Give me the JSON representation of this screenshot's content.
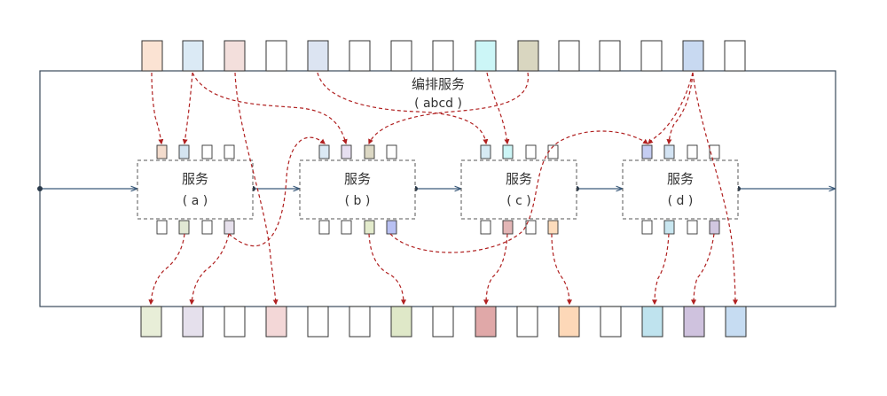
{
  "title_line1": "编排服务",
  "title_line2": "( abcd )",
  "services": [
    {
      "id": "a",
      "name": "服务",
      "letter": "( a )"
    },
    {
      "id": "b",
      "name": "服务",
      "letter": "( b )"
    },
    {
      "id": "c",
      "name": "服务",
      "letter": "( c )"
    },
    {
      "id": "d",
      "name": "服务",
      "letter": "( d )"
    }
  ],
  "colors": {
    "frame": "#3a4a5a",
    "arrow_main": "#3a5a7a",
    "arrow_dashed": "#b02020",
    "box_border": "#555555",
    "top_fills": [
      "#fbe3d3",
      "#dbeaf5",
      "#f3dfdc",
      "#ffffff",
      "#dce4f2",
      "#ffffff",
      "#ffffff",
      "#ffffff",
      "#ccf6f7",
      "#d9d6c0",
      "#ffffff",
      "#ffffff",
      "#ffffff",
      "#c8d9f1",
      "#ffffff"
    ],
    "bottom_fills": [
      "#e8eed8",
      "#e5e0ec",
      "#ffffff",
      "#f3d7d7",
      "#ffffff",
      "#ffffff",
      "#dfe8c8",
      "#e0a8a8",
      "#ffffff",
      "#fdd8b8",
      "#ffffff",
      "#bfe3ee",
      "#cfc2de",
      "#c6dcf2"
    ],
    "port_fills": {
      "a_top": [
        "#f4dccd",
        "#d4e4f0",
        "#ffffff",
        "#ffffff"
      ],
      "a_bottom": [
        "#ffffff",
        "#e1e8d4",
        "#ffffff",
        "#e6e0ec"
      ],
      "b_top": [
        "#dbe9f4",
        "#e6dff0",
        "#dcd8c4",
        "#ffffff"
      ],
      "b_bottom": [
        "#ffffff",
        "#ffffff",
        "#e3ebcc",
        "#b8c0f2"
      ],
      "c_top": [
        "#d6eaf4",
        "#ccf5f6",
        "#ffffff",
        "#ffffff"
      ],
      "c_bottom": [
        "#ffffff",
        "#e3b6b6",
        "#ffffff",
        "#fddcbc"
      ],
      "d_top": [
        "#c5cdf2",
        "#d3e3f3",
        "#ffffff",
        "#ffffff"
      ],
      "d_bottom": [
        "#ffffff",
        "#c8e6f0",
        "#ffffff",
        "#d1c7e0"
      ]
    }
  }
}
